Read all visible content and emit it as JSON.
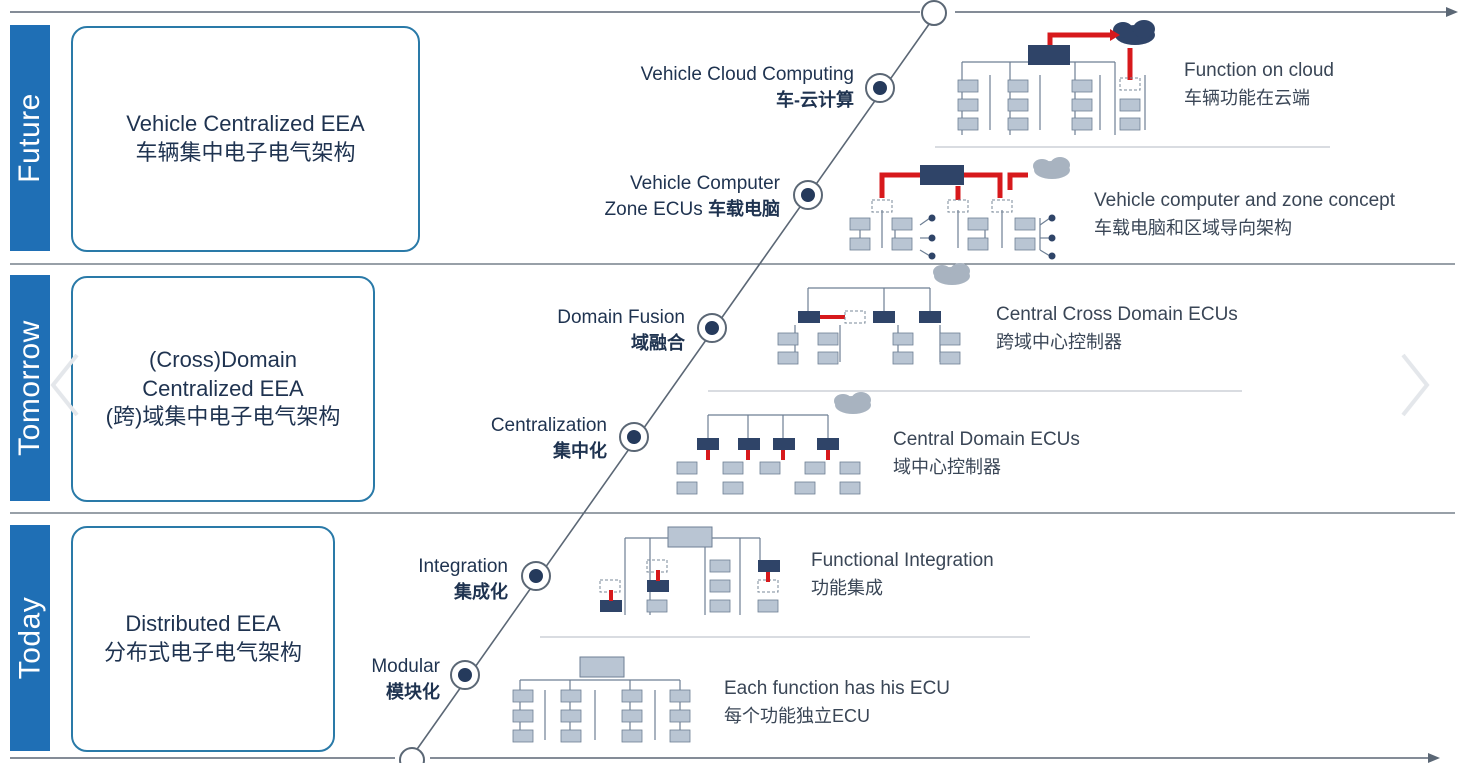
{
  "eras": [
    {
      "band": "Future",
      "title_en": "Vehicle Centralized EEA",
      "title_cn": "车辆集中电子电气架构"
    },
    {
      "band": "Tomorrow",
      "title_en_1": "(Cross)Domain",
      "title_en_2": "Centralized EEA",
      "title_cn": "(跨)域集中电子电气架构"
    },
    {
      "band": "Today",
      "title_en": "Distributed EEA",
      "title_cn": "分布式电子电气架构"
    }
  ],
  "stages": [
    {
      "en": "Vehicle Cloud Computing",
      "cn": "车-云计算",
      "desc_en": "Function on cloud",
      "desc_cn": "车辆功能在云端"
    },
    {
      "en": "Vehicle Computer",
      "en2": "Zone ECUs",
      "cn": "车载电脑",
      "desc_en": "Vehicle computer and zone concept",
      "desc_cn": "车载电脑和区域导向架构"
    },
    {
      "en": "Domain Fusion",
      "cn": "域融合",
      "desc_en": "Central Cross Domain ECUs",
      "desc_cn": "跨域中心控制器"
    },
    {
      "en": "Centralization",
      "cn": "集中化",
      "desc_en": "Central Domain ECUs",
      "desc_cn": "域中心控制器"
    },
    {
      "en": "Integration",
      "cn": "集成化",
      "desc_en": "Functional Integration",
      "desc_cn": "功能集成"
    },
    {
      "en": "Modular",
      "cn": "模块化",
      "desc_en": "Each function has his ECU",
      "desc_cn": "每个功能独立ECU"
    }
  ],
  "colors": {
    "band": "#1f6fb5",
    "box_border": "#2a7aa8",
    "ecu_dark": "#2f4468",
    "ecu_light": "#b9c5d3",
    "signal_red": "#d7191c",
    "cloud": "#a8b3c0"
  }
}
